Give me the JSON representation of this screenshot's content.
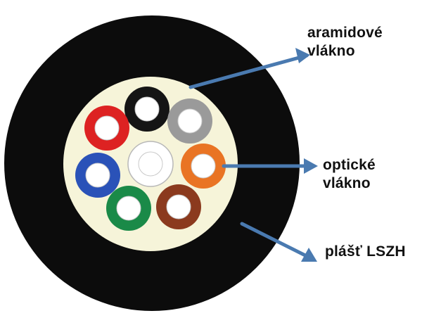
{
  "labels": {
    "aramid_line1": "aramidové",
    "aramid_line2": "vlákno",
    "fiber_line1": "optické",
    "fiber_line2": "vlákno",
    "jacket": "plášť LSZH"
  },
  "colors": {
    "jacket": "#0c0c0c",
    "aramid_fill": "#f6f4d9",
    "arrow": "#4a7ab0",
    "tube_inner": "#ffffff",
    "tubes": [
      "#151515",
      "#9a9a9a",
      "#e97424",
      "#8b3a1e",
      "#1a8a48",
      "#2a52b8",
      "#dd2222",
      "#ffffff"
    ]
  }
}
